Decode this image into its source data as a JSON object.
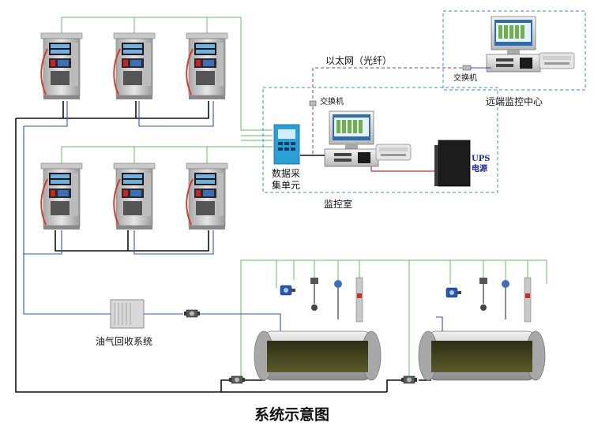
{
  "labels": {
    "ethernet": "以太网（光纤）",
    "switch_remote": "交换机",
    "switch_local": "交换机",
    "remote_center": "远端监控中心",
    "daq_line1": "数据采",
    "daq_line2": "集单元",
    "monitor_room": "监控室",
    "ups_line1": "UPS",
    "ups_line2": "电源",
    "vapor_recovery": "油气回收系统",
    "figure_title": "系统示意图"
  },
  "colors": {
    "signal_line": "#7fc97f",
    "power_line": "#111111",
    "data_line": "#3050c0",
    "ethernet_line": "#8a3a8a",
    "dashed_box": "#3a8fd0",
    "tank_body": "#4a4a22",
    "tank_shell": "#d8d8d8",
    "ups_text": "#1d2a9e"
  }
}
